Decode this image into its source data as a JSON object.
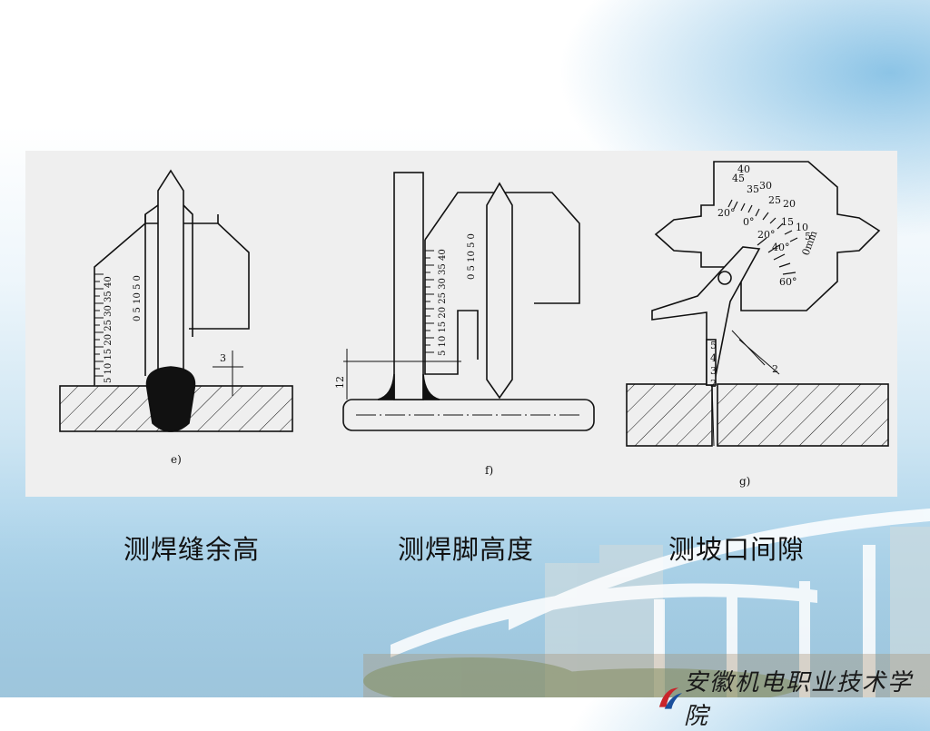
{
  "figure": {
    "labels": {
      "e": "e)",
      "f": "f)",
      "g": "g)"
    },
    "gauge_e": {
      "scale": [
        "5",
        "10",
        "15",
        "20",
        "25",
        "30",
        "35",
        "40"
      ],
      "scale_top": [
        "0",
        "5",
        "10",
        "5",
        "0"
      ],
      "dim": "3"
    },
    "gauge_f": {
      "scale": [
        "5",
        "10",
        "15",
        "20",
        "25",
        "30",
        "35",
        "40"
      ],
      "scale_top": [
        "0",
        "5",
        "10",
        "5",
        "0"
      ],
      "dim": "12"
    },
    "gauge_g": {
      "arc": [
        "45",
        "40",
        "35",
        "30",
        "25",
        "20",
        "15",
        "10",
        "5"
      ],
      "arc_left": "20°",
      "zero": "0°",
      "arc_right_20": "20°",
      "arc_right_40": "40°",
      "unit": "0mm",
      "angle_60": "60°",
      "feeler": [
        "5",
        "4",
        "3",
        "2"
      ],
      "dim": "2"
    }
  },
  "captions": {
    "e": "测焊缝余高",
    "f": "测焊脚高度",
    "g": "测坡口间隙"
  },
  "footer": {
    "logo_text": "安徽机电职业技术学院"
  }
}
